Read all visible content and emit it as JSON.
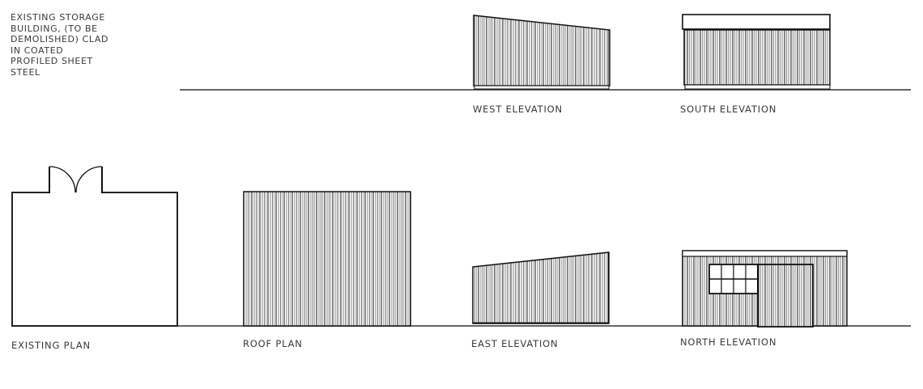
{
  "drawing": {
    "note": {
      "lines": [
        "EXISTING STORAGE",
        "BUILDING, (TO BE",
        "DEMOLISHED) CLAD",
        "IN COATED",
        "PROFILED SHEET",
        "STEEL"
      ]
    },
    "views": {
      "west_elevation": "WEST ELEVATION",
      "south_elevation": "SOUTH ELEVATION",
      "existing_plan": "EXISTING PLAN",
      "roof_plan": "ROOF PLAN",
      "east_elevation": "EAST ELEVATION",
      "north_elevation": "NORTH ELEVATION"
    },
    "colors": {
      "line": "#1a1a1a",
      "hatch_light": "#9a9a9a",
      "text": "#3a3a3a",
      "background": "#ffffff"
    }
  }
}
